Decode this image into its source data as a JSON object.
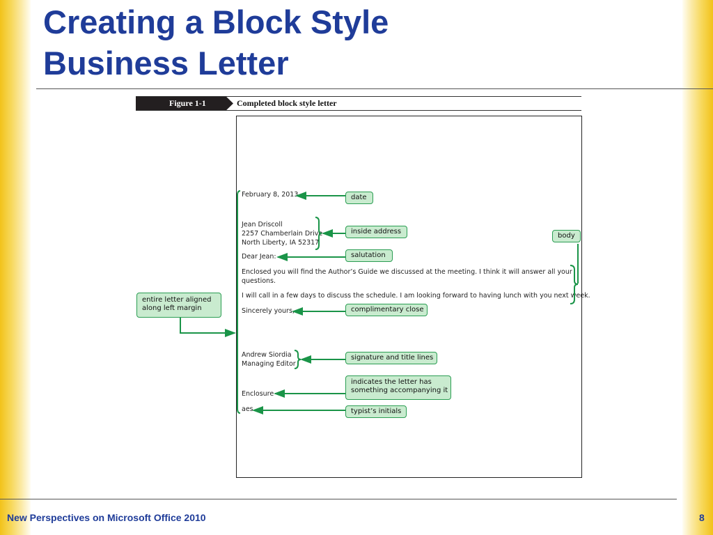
{
  "slide": {
    "title_line1": "Creating a Block Style",
    "title_line2": "Business Letter",
    "footer": "New Perspectives on Microsoft Office 2010",
    "page_number": "8"
  },
  "figure": {
    "number": "Figure 1-1",
    "caption": "Completed block style letter"
  },
  "letter": {
    "date": "February 8, 2013",
    "address_name": "Jean Driscoll",
    "address_street": "2257 Chamberlain Drive",
    "address_city": "North Liberty, IA 52317",
    "salutation": "Dear Jean:",
    "body_p1_line1": "Enclosed you will find the Author’s Guide we discussed at the meeting. I think it will answer all your",
    "body_p1_line2": "questions.",
    "body_p2": "I will call in a few days to discuss the schedule. I am looking forward to having lunch with you next week.",
    "close": "Sincerely yours,",
    "signer_name": "Andrew Siordia",
    "signer_title": "Managing Editor",
    "enclosure": "Enclosure",
    "initials": "aes"
  },
  "callouts": {
    "date": "date",
    "inside_address": "inside address",
    "body": "body",
    "salutation": "salutation",
    "alignment_line1": "entire letter aligned",
    "alignment_line2": "along left margin",
    "complimentary_close": "complimentary close",
    "signature": "signature and title lines",
    "enclosure_line1": "indicates the letter has",
    "enclosure_line2": "something accompanying it",
    "initials": "typist’s initials"
  },
  "colors": {
    "title": "#1f3c99",
    "callout_fill": "#c9ebcf",
    "callout_border": "#2a9d52",
    "arrow": "#1a9448",
    "side_bar": "#f2c21a"
  }
}
